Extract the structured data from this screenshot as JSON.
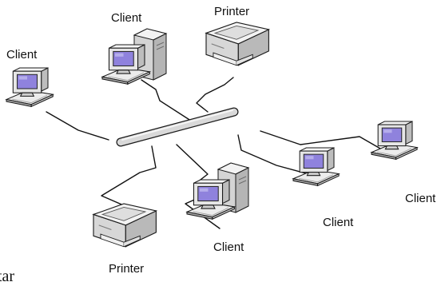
{
  "network": {
    "nodes": [
      {
        "id": "client-left",
        "label": "Client",
        "icon": "computer-icon"
      },
      {
        "id": "client-top",
        "label": "Client",
        "icon": "computer-icon"
      },
      {
        "id": "printer-top",
        "label": "Printer",
        "icon": "printer-icon"
      },
      {
        "id": "client-right",
        "label": "Client",
        "icon": "computer-icon"
      },
      {
        "id": "client-mid-right",
        "label": "Client",
        "icon": "computer-icon"
      },
      {
        "id": "client-bottom",
        "label": "Client",
        "icon": "computer-icon"
      },
      {
        "id": "printer-bottom",
        "label": "Printer",
        "icon": "printer-icon"
      }
    ],
    "bus_icon": "bus-cable",
    "colors": {
      "screen": "#8f82dd",
      "case": "#e9e9e9",
      "outline": "#1a1a1a",
      "bus": "#d9d9d9"
    }
  },
  "stray_text": "tar"
}
